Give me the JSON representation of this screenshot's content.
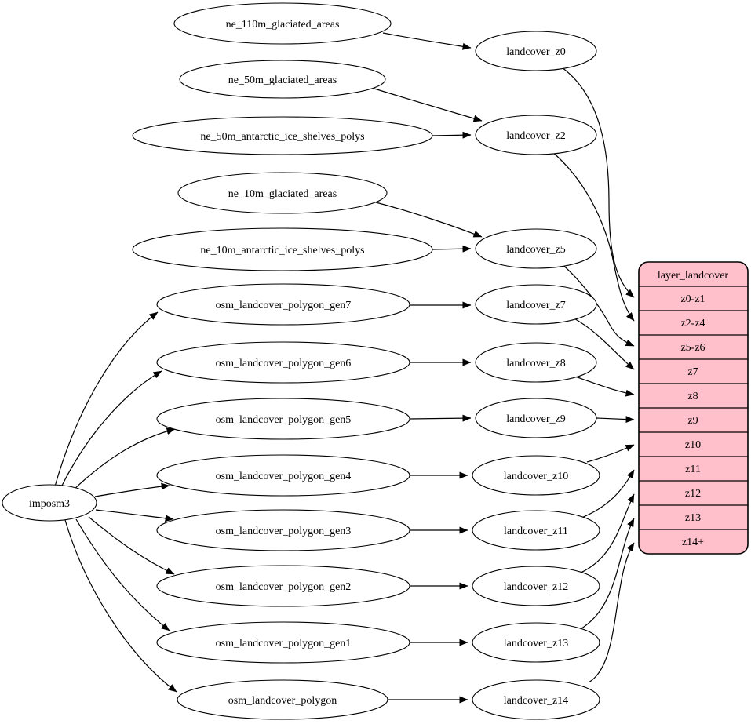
{
  "colors": {
    "background": "#ffffff",
    "node_fill": "#ffffff",
    "edge_stroke": "#000000",
    "table_fill": "#ffc0cb"
  },
  "nodes": {
    "imposm3": "imposm3",
    "ne_110m_glaciated_areas": "ne_110m_glaciated_areas",
    "ne_50m_glaciated_areas": "ne_50m_glaciated_areas",
    "ne_50m_antarctic_ice_shelves_polys": "ne_50m_antarctic_ice_shelves_polys",
    "ne_10m_glaciated_areas": "ne_10m_glaciated_areas",
    "ne_10m_antarctic_ice_shelves_polys": "ne_10m_antarctic_ice_shelves_polys",
    "osm_landcover_polygon_gen7": "osm_landcover_polygon_gen7",
    "osm_landcover_polygon_gen6": "osm_landcover_polygon_gen6",
    "osm_landcover_polygon_gen5": "osm_landcover_polygon_gen5",
    "osm_landcover_polygon_gen4": "osm_landcover_polygon_gen4",
    "osm_landcover_polygon_gen3": "osm_landcover_polygon_gen3",
    "osm_landcover_polygon_gen2": "osm_landcover_polygon_gen2",
    "osm_landcover_polygon_gen1": "osm_landcover_polygon_gen1",
    "osm_landcover_polygon": "osm_landcover_polygon",
    "landcover_z0": "landcover_z0",
    "landcover_z2": "landcover_z2",
    "landcover_z5": "landcover_z5",
    "landcover_z7": "landcover_z7",
    "landcover_z8": "landcover_z8",
    "landcover_z9": "landcover_z9",
    "landcover_z10": "landcover_z10",
    "landcover_z11": "landcover_z11",
    "landcover_z12": "landcover_z12",
    "landcover_z13": "landcover_z13",
    "landcover_z14": "landcover_z14"
  },
  "table": {
    "title": "layer_landcover",
    "rows": [
      "z0-z1",
      "z2-z4",
      "z5-z6",
      "z7",
      "z8",
      "z9",
      "z10",
      "z11",
      "z12",
      "z13",
      "z14+"
    ]
  },
  "edges": [
    {
      "from": "ne_110m_glaciated_areas",
      "to": "landcover_z0"
    },
    {
      "from": "ne_50m_glaciated_areas",
      "to": "landcover_z2"
    },
    {
      "from": "ne_50m_antarctic_ice_shelves_polys",
      "to": "landcover_z2"
    },
    {
      "from": "ne_10m_glaciated_areas",
      "to": "landcover_z5"
    },
    {
      "from": "ne_10m_antarctic_ice_shelves_polys",
      "to": "landcover_z5"
    },
    {
      "from": "imposm3",
      "to": "osm_landcover_polygon_gen7"
    },
    {
      "from": "imposm3",
      "to": "osm_landcover_polygon_gen6"
    },
    {
      "from": "imposm3",
      "to": "osm_landcover_polygon_gen5"
    },
    {
      "from": "imposm3",
      "to": "osm_landcover_polygon_gen4"
    },
    {
      "from": "imposm3",
      "to": "osm_landcover_polygon_gen3"
    },
    {
      "from": "imposm3",
      "to": "osm_landcover_polygon_gen2"
    },
    {
      "from": "imposm3",
      "to": "osm_landcover_polygon_gen1"
    },
    {
      "from": "imposm3",
      "to": "osm_landcover_polygon"
    },
    {
      "from": "osm_landcover_polygon_gen7",
      "to": "landcover_z7"
    },
    {
      "from": "osm_landcover_polygon_gen6",
      "to": "landcover_z8"
    },
    {
      "from": "osm_landcover_polygon_gen5",
      "to": "landcover_z9"
    },
    {
      "from": "osm_landcover_polygon_gen4",
      "to": "landcover_z10"
    },
    {
      "from": "osm_landcover_polygon_gen3",
      "to": "landcover_z11"
    },
    {
      "from": "osm_landcover_polygon_gen2",
      "to": "landcover_z12"
    },
    {
      "from": "osm_landcover_polygon_gen1",
      "to": "landcover_z13"
    },
    {
      "from": "osm_landcover_polygon",
      "to": "landcover_z14"
    },
    {
      "from": "landcover_z0",
      "to": "layer_landcover.z0-z1"
    },
    {
      "from": "landcover_z2",
      "to": "layer_landcover.z2-z4"
    },
    {
      "from": "landcover_z5",
      "to": "layer_landcover.z5-z6"
    },
    {
      "from": "landcover_z7",
      "to": "layer_landcover.z7"
    },
    {
      "from": "landcover_z8",
      "to": "layer_landcover.z8"
    },
    {
      "from": "landcover_z9",
      "to": "layer_landcover.z9"
    },
    {
      "from": "landcover_z10",
      "to": "layer_landcover.z10"
    },
    {
      "from": "landcover_z11",
      "to": "layer_landcover.z11"
    },
    {
      "from": "landcover_z12",
      "to": "layer_landcover.z12"
    },
    {
      "from": "landcover_z13",
      "to": "layer_landcover.z13"
    },
    {
      "from": "landcover_z14",
      "to": "layer_landcover.z14+"
    }
  ]
}
